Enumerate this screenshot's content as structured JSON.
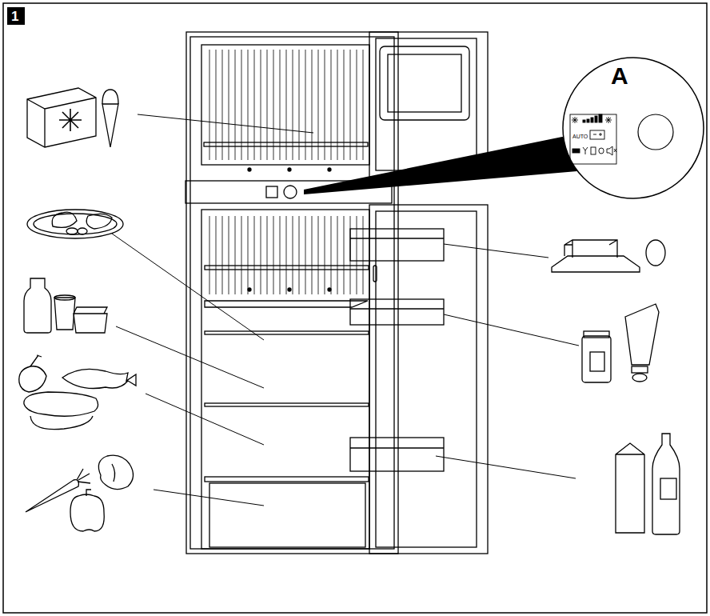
{
  "diagram": {
    "labels": [
      "1",
      "A",
      "AUTO"
    ]
  }
}
